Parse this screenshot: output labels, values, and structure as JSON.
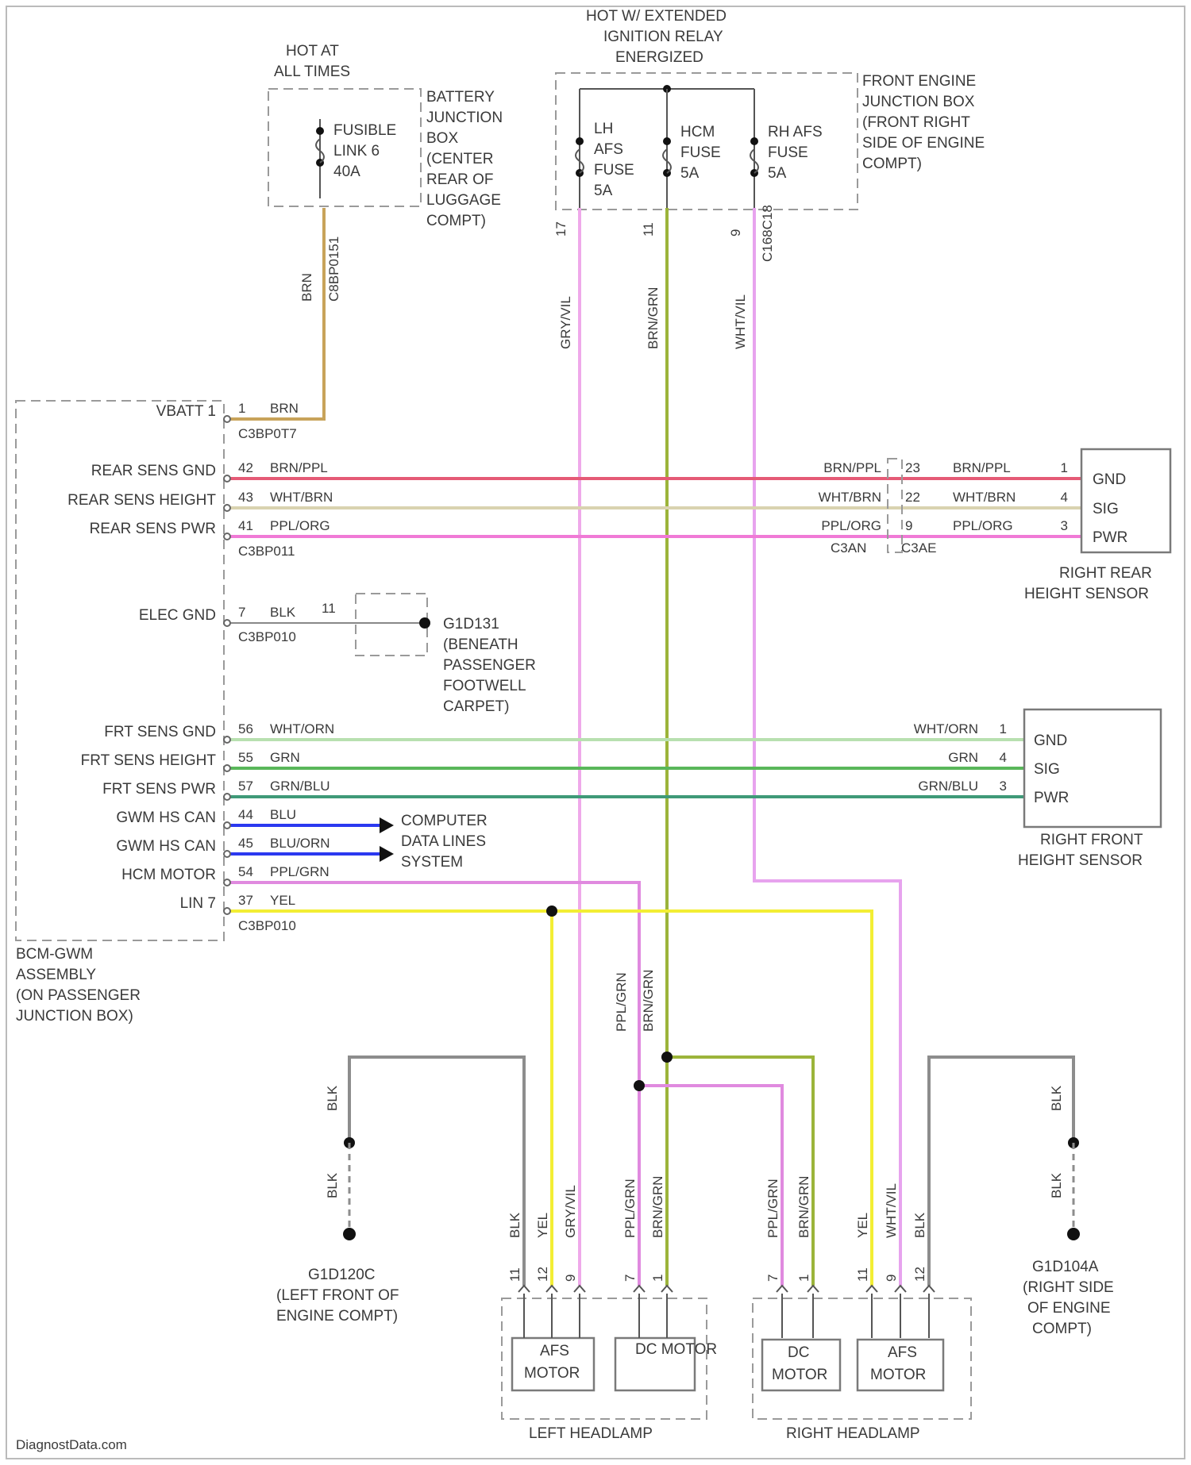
{
  "colors": {
    "brn": "#c8a35a",
    "pink": "#f07ad6",
    "lightpink": "#efa9ea",
    "violet": "#e7a3ee",
    "ygreen": "#9cb43a",
    "cream": "#d9d3b0",
    "green": "#8ad08a",
    "dgreen": "#59b75a",
    "tgreen": "#3f9a78",
    "blue": "#2b39f0",
    "yellow": "#f3ee34",
    "grey": "#8d8d8d",
    "red": "#e55a76"
  },
  "top": {
    "hot_at_all_times": [
      "HOT AT",
      "ALL TIMES"
    ],
    "fusible_link": [
      "FUSIBLE",
      "LINK 6",
      "40A"
    ],
    "battery_jb": [
      "BATTERY",
      "JUNCTION",
      "BOX",
      "(CENTER",
      "REAR OF",
      "LUGGAGE",
      "COMPT)"
    ],
    "hot_relay": [
      "HOT W/ EXTENDED",
      "IGNITION RELAY",
      "ENERGIZED"
    ],
    "lh_afs_fuse": [
      "LH",
      "AFS",
      "FUSE",
      "5A"
    ],
    "hcm_fuse": [
      "HCM",
      "FUSE",
      "5A"
    ],
    "rh_afs_fuse": [
      "RH AFS",
      "FUSE",
      "5A"
    ],
    "front_jb": [
      "FRONT ENGINE",
      "JUNCTION BOX",
      "(FRONT RIGHT",
      "SIDE OF ENGINE",
      "COMPT)"
    ],
    "wire_brn": "BRN",
    "wire_brn_conn": "C8BP0151",
    "wire_lh": "GRY/VIL",
    "wire_hcm": "BRN/GRN",
    "wire_rh": "WHT/VIL",
    "wire_rh_conn": "C168C18",
    "pin_lh": "17",
    "pin_hcm": "11",
    "pin_rh": "9"
  },
  "bcm": {
    "pins": [
      {
        "label": "VBATT 1",
        "pin": "1",
        "wire": "BRN"
      },
      {
        "label": "REAR SENS GND",
        "pin": "42",
        "wire": "BRN/PPL"
      },
      {
        "label": "REAR SENS HEIGHT",
        "pin": "43",
        "wire": "WHT/BRN"
      },
      {
        "label": "REAR SENS PWR",
        "pin": "41",
        "wire": "PPL/ORG"
      },
      {
        "label": "ELEC GND",
        "pin": "7",
        "wire": "BLK"
      },
      {
        "label": "FRT SENS GND",
        "pin": "56",
        "wire": "WHT/ORN"
      },
      {
        "label": "FRT SENS HEIGHT",
        "pin": "55",
        "wire": "GRN"
      },
      {
        "label": "FRT SENS PWR",
        "pin": "57",
        "wire": "GRN/BLU"
      },
      {
        "label": "GWM HS CAN",
        "pin": "44",
        "wire": "BLU"
      },
      {
        "label": "GWM HS CAN",
        "pin": "45",
        "wire": "BLU/ORN"
      },
      {
        "label": "HCM MOTOR",
        "pin": "54",
        "wire": "PPL/GRN"
      },
      {
        "label": "LIN 7",
        "pin": "37",
        "wire": "YEL"
      }
    ],
    "conn_1": "C3BP0T7",
    "conn_2": "C3BP011",
    "conn_3": "C3BP010",
    "conn_4": "C3BP010",
    "name": [
      "BCM-GWM",
      "ASSEMBLY",
      "(ON PASSENGER",
      "JUNCTION BOX)"
    ],
    "elec_gnd_pin2": "11"
  },
  "ground_g1": [
    "G1D131",
    "(BENEATH",
    "PASSENGER",
    "FOOTWELL",
    "CARPET)"
  ],
  "computer_data": [
    "COMPUTER",
    "DATA LINES",
    "SYSTEM"
  ],
  "rear_sensor": {
    "name": [
      "RIGHT REAR",
      "HEIGHT SENSOR"
    ],
    "pins": [
      "GND",
      "SIG",
      "PWR"
    ],
    "pin_nums": [
      "1",
      "4",
      "3"
    ],
    "left_wires": [
      "BRN/PPL",
      "WHT/BRN",
      "PPL/ORG"
    ],
    "right_wires": [
      "BRN/PPL",
      "WHT/BRN",
      "PPL/ORG"
    ],
    "mid_pins": [
      "23",
      "22",
      "9"
    ],
    "conn_a": "C3AN",
    "conn_b": "C3AE"
  },
  "front_sensor": {
    "name": [
      "RIGHT FRONT",
      "HEIGHT SENSOR"
    ],
    "pins": [
      "GND",
      "SIG",
      "PWR"
    ],
    "pin_nums": [
      "1",
      "4",
      "3"
    ],
    "wires": [
      "WHT/ORN",
      "GRN",
      "GRN/BLU"
    ]
  },
  "headlamps": {
    "left_name": "LEFT HEADLAMP",
    "right_name": "RIGHT HEADLAMP",
    "afs_motor": [
      "AFS",
      "MOTOR"
    ],
    "dc_motor": "DC MOTOR",
    "dc_motor_r": [
      "DC",
      "MOTOR"
    ],
    "left_wires": [
      "BLK",
      "YEL",
      "GRY/VIL",
      "PPL/GRN",
      "BRN/GRN"
    ],
    "right_wires": [
      "PPL/GRN",
      "BRN/GRN",
      "YEL",
      "WHT/VIL",
      "BLK"
    ],
    "left_pins": [
      "11",
      "12",
      "9",
      "7",
      "1"
    ],
    "right_pins": [
      "7",
      "1",
      "11",
      "9",
      "12"
    ],
    "mid_wires": [
      "PPL/GRN",
      "BRN/GRN"
    ]
  },
  "ground_left": [
    "G1D120C",
    "(LEFT FRONT OF",
    "ENGINE COMPT)"
  ],
  "ground_right": [
    "G1D104A",
    "(RIGHT SIDE",
    "OF ENGINE",
    "COMPT)"
  ],
  "ground_wire": "BLK",
  "watermark": "DiagnostData.com"
}
